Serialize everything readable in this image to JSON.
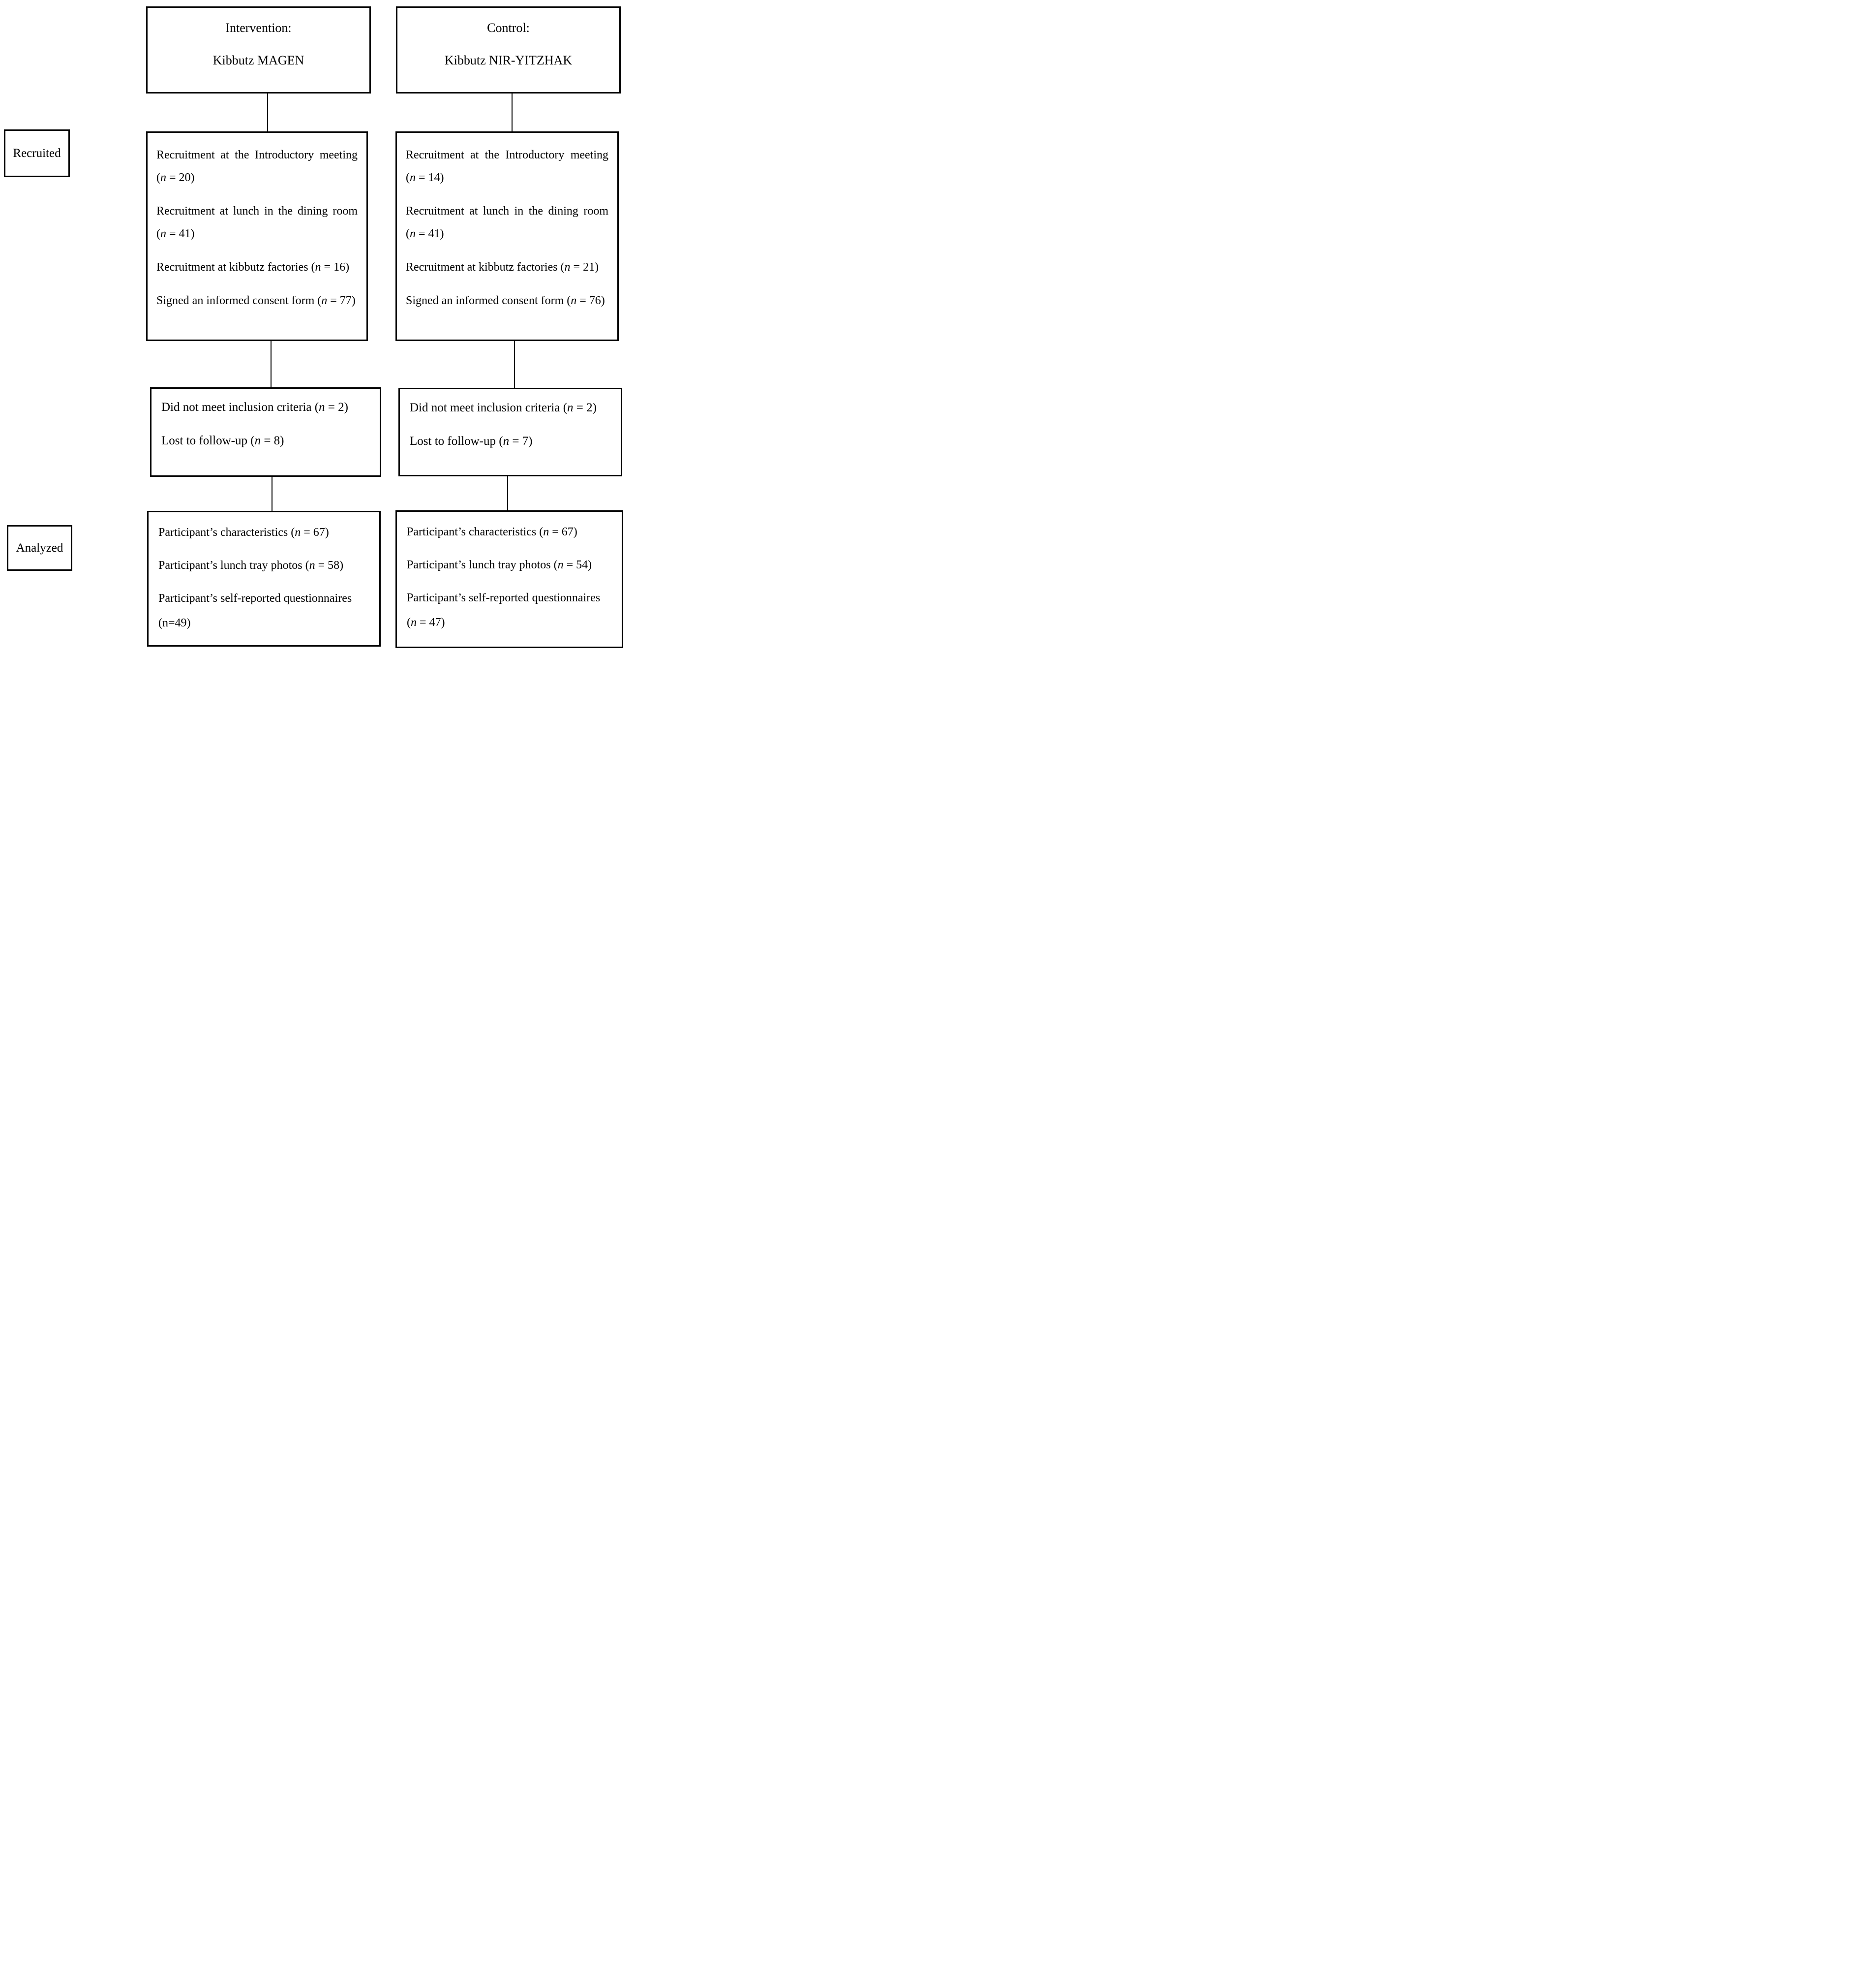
{
  "labels": {
    "recruited": "Recruited",
    "analyzed": "Analyzed"
  },
  "intervention": {
    "header_line1": "Intervention:",
    "header_line2": "Kibbutz MAGEN",
    "recruitment": [
      {
        "lines": [
          {
            "justify": true,
            "segs": [
              {
                "t": "Recruitment at the Introductory meeting"
              }
            ]
          },
          {
            "segs": [
              {
                "t": "("
              },
              {
                "t": "n",
                "i": true
              },
              {
                "t": " = 20)"
              }
            ]
          }
        ]
      },
      {
        "lines": [
          {
            "justify": true,
            "segs": [
              {
                "t": "Recruitment at lunch in the dining room"
              }
            ]
          },
          {
            "segs": [
              {
                "t": "("
              },
              {
                "t": "n",
                "i": true
              },
              {
                "t": " = 41)"
              }
            ]
          }
        ]
      },
      {
        "lines": [
          {
            "segs": [
              {
                "t": "Recruitment at kibbutz factories ("
              },
              {
                "t": "n",
                "i": true
              },
              {
                "t": " = 16)"
              }
            ]
          }
        ]
      },
      {
        "lines": [
          {
            "segs": [
              {
                "t": "Signed an informed consent form ("
              },
              {
                "t": "n",
                "i": true
              },
              {
                "t": " = 77)"
              }
            ]
          }
        ]
      }
    ],
    "exclusion": [
      {
        "lines": [
          {
            "segs": [
              {
                "t": "Did not meet inclusion criteria ("
              },
              {
                "t": "n",
                "i": true
              },
              {
                "t": " = 2)"
              }
            ]
          }
        ]
      },
      {
        "lines": [
          {
            "segs": [
              {
                "t": "Lost to follow-up ("
              },
              {
                "t": "n",
                "i": true
              },
              {
                "t": " = 8)"
              }
            ]
          }
        ]
      }
    ],
    "analyzed": [
      {
        "lines": [
          {
            "segs": [
              {
                "t": "Participant’s characteristics ("
              },
              {
                "t": "n",
                "i": true
              },
              {
                "t": " = 67)"
              }
            ]
          }
        ]
      },
      {
        "lines": [
          {
            "segs": [
              {
                "t": "Participant’s lunch tray photos ("
              },
              {
                "t": "n",
                "i": true
              },
              {
                "t": " = 58)"
              }
            ]
          }
        ]
      },
      {
        "lines": [
          {
            "segs": [
              {
                "t": "Participant’s self-reported questionnaires"
              }
            ]
          },
          {
            "segs": [
              {
                "t": "(n=49)"
              }
            ]
          }
        ]
      }
    ]
  },
  "control": {
    "header_line1": "Control:",
    "header_line2": "Kibbutz NIR-YITZHAK",
    "recruitment": [
      {
        "lines": [
          {
            "justify": true,
            "segs": [
              {
                "t": "Recruitment at the Introductory meeting"
              }
            ]
          },
          {
            "segs": [
              {
                "t": "("
              },
              {
                "t": "n",
                "i": true
              },
              {
                "t": " = 14)"
              }
            ]
          }
        ]
      },
      {
        "lines": [
          {
            "justify": true,
            "segs": [
              {
                "t": "Recruitment at lunch in the dining room"
              }
            ]
          },
          {
            "segs": [
              {
                "t": "("
              },
              {
                "t": "n",
                "i": true
              },
              {
                "t": " = 41)"
              }
            ]
          }
        ]
      },
      {
        "lines": [
          {
            "segs": [
              {
                "t": "Recruitment at kibbutz factories ("
              },
              {
                "t": "n",
                "i": true
              },
              {
                "t": " = 21)"
              }
            ]
          }
        ]
      },
      {
        "lines": [
          {
            "segs": [
              {
                "t": "Signed an informed consent form ("
              },
              {
                "t": "n",
                "i": true
              },
              {
                "t": " = 76)"
              }
            ]
          }
        ]
      }
    ],
    "exclusion": [
      {
        "lines": [
          {
            "segs": [
              {
                "t": "Did not meet inclusion criteria ("
              },
              {
                "t": "n",
                "i": true
              },
              {
                "t": " = 2)"
              }
            ]
          }
        ]
      },
      {
        "lines": [
          {
            "segs": [
              {
                "t": "Lost to follow-up ("
              },
              {
                "t": "n",
                "i": true
              },
              {
                "t": " = 7)"
              }
            ]
          }
        ]
      }
    ],
    "analyzed": [
      {
        "lines": [
          {
            "segs": [
              {
                "t": "Participant’s characteristics ("
              },
              {
                "t": "n",
                "i": true
              },
              {
                "t": " = 67)"
              }
            ]
          }
        ]
      },
      {
        "lines": [
          {
            "segs": [
              {
                "t": "Participant’s lunch tray photos ("
              },
              {
                "t": "n",
                "i": true
              },
              {
                "t": " = 54)"
              }
            ]
          }
        ]
      },
      {
        "lines": [
          {
            "segs": [
              {
                "t": "Participant’s self-reported questionnaires"
              }
            ]
          },
          {
            "segs": [
              {
                "t": "("
              },
              {
                "t": "n",
                "i": true
              },
              {
                "t": " = 47)"
              }
            ]
          }
        ]
      }
    ]
  }
}
